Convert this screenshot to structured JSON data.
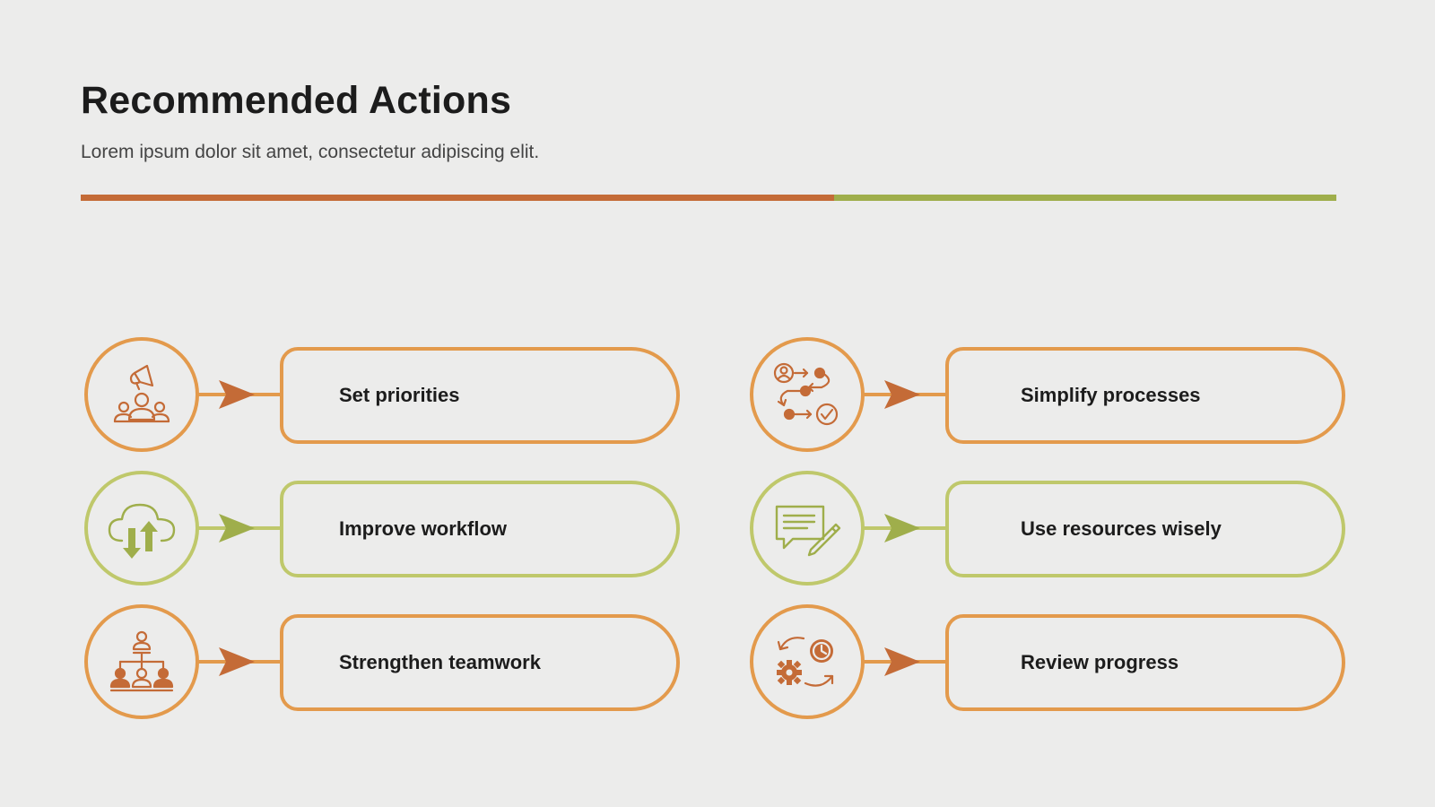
{
  "header": {
    "title": "Recommended Actions",
    "subtitle": "Lorem ipsum dolor sit amet, consectetur adipiscing elit."
  },
  "colors": {
    "background": "#ececeb",
    "orange_dark": "#c46b37",
    "orange_light": "#e39a4c",
    "green_dark": "#9fae4b",
    "green_light": "#bfc86b"
  },
  "actions": [
    {
      "label": "Set priorities",
      "icon": "megaphone-team-icon",
      "theme": "orange"
    },
    {
      "label": "Improve workflow",
      "icon": "cloud-sync-icon",
      "theme": "green"
    },
    {
      "label": "Strengthen teamwork",
      "icon": "org-chart-icon",
      "theme": "orange"
    },
    {
      "label": "Simplify processes",
      "icon": "process-flow-icon",
      "theme": "orange"
    },
    {
      "label": "Use resources wisely",
      "icon": "document-edit-icon",
      "theme": "green"
    },
    {
      "label": "Review progress",
      "icon": "gear-clock-cycle-icon",
      "theme": "orange"
    }
  ]
}
